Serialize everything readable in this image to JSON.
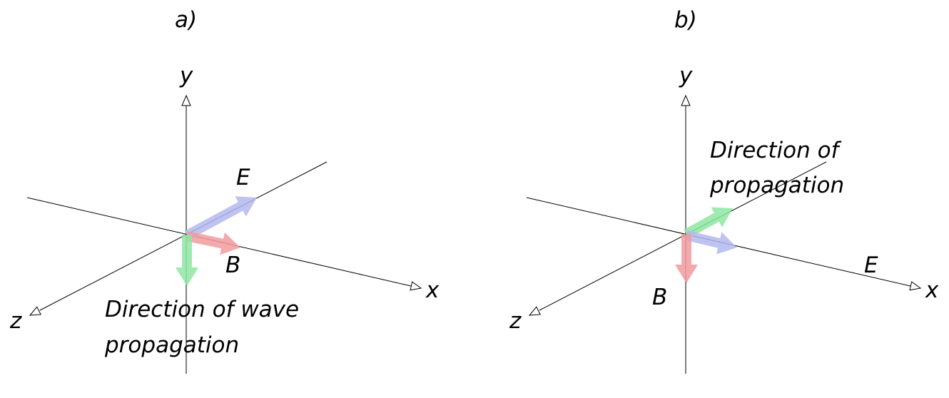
{
  "panel_a": {
    "title": "a)",
    "axes": {
      "x": "x",
      "y": "y",
      "z": "z"
    },
    "vector_E": "E",
    "vector_B": "B",
    "propagation_line1": "Direction of wave",
    "propagation_line2": "propagation",
    "colors": {
      "E": "#b3b8ee",
      "B": "#f29a9e",
      "propagation": "#8ee6a2"
    }
  },
  "panel_b": {
    "title": "b)",
    "axes": {
      "x": "x",
      "y": "y",
      "z": "z"
    },
    "vector_E": "E",
    "vector_B": "B",
    "propagation_line1": "Direction of",
    "propagation_line2": "propagation",
    "colors": {
      "E": "#b3b8ee",
      "B": "#f29a9e",
      "propagation": "#8ee6a2"
    }
  }
}
